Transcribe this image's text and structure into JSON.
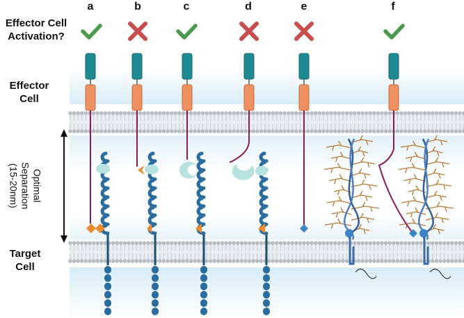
{
  "labels": {
    "activation": "Effector Cell Activation?",
    "activation_line1": "Effector Cell",
    "activation_line2": "Activation?",
    "effector_line1": "Effector",
    "effector_line2": "Cell",
    "target_line1": "Target",
    "target_line2": "Cell",
    "separation_line1": "Optimal",
    "separation_line2": "Separation",
    "separation_line3": "(15-20nm)"
  },
  "columns": [
    {
      "letter": "a",
      "activation": "check"
    },
    {
      "letter": "b",
      "activation": "cross"
    },
    {
      "letter": "c",
      "activation": "check"
    },
    {
      "letter": "d",
      "activation": "cross"
    },
    {
      "letter": "e",
      "activation": "cross"
    },
    {
      "letter": "f",
      "activation": "check"
    }
  ],
  "colors": {
    "check": "#4a9a4e",
    "cross": "#c94d4d",
    "receptor_top": "#1e8a92",
    "receptor_bottom": "#ee9160",
    "tether": "#8b1a5a",
    "antigen": "#2a6d9e",
    "ligand_orange": "#ec8a2c",
    "ligand_teal": "#b7e2df",
    "glycan": "#b77a33",
    "mucin": "#4f7fbe",
    "membrane_head": "#b7bcc3",
    "membrane_tail": "#c7ccd2",
    "diamond": "#3b84c7"
  }
}
